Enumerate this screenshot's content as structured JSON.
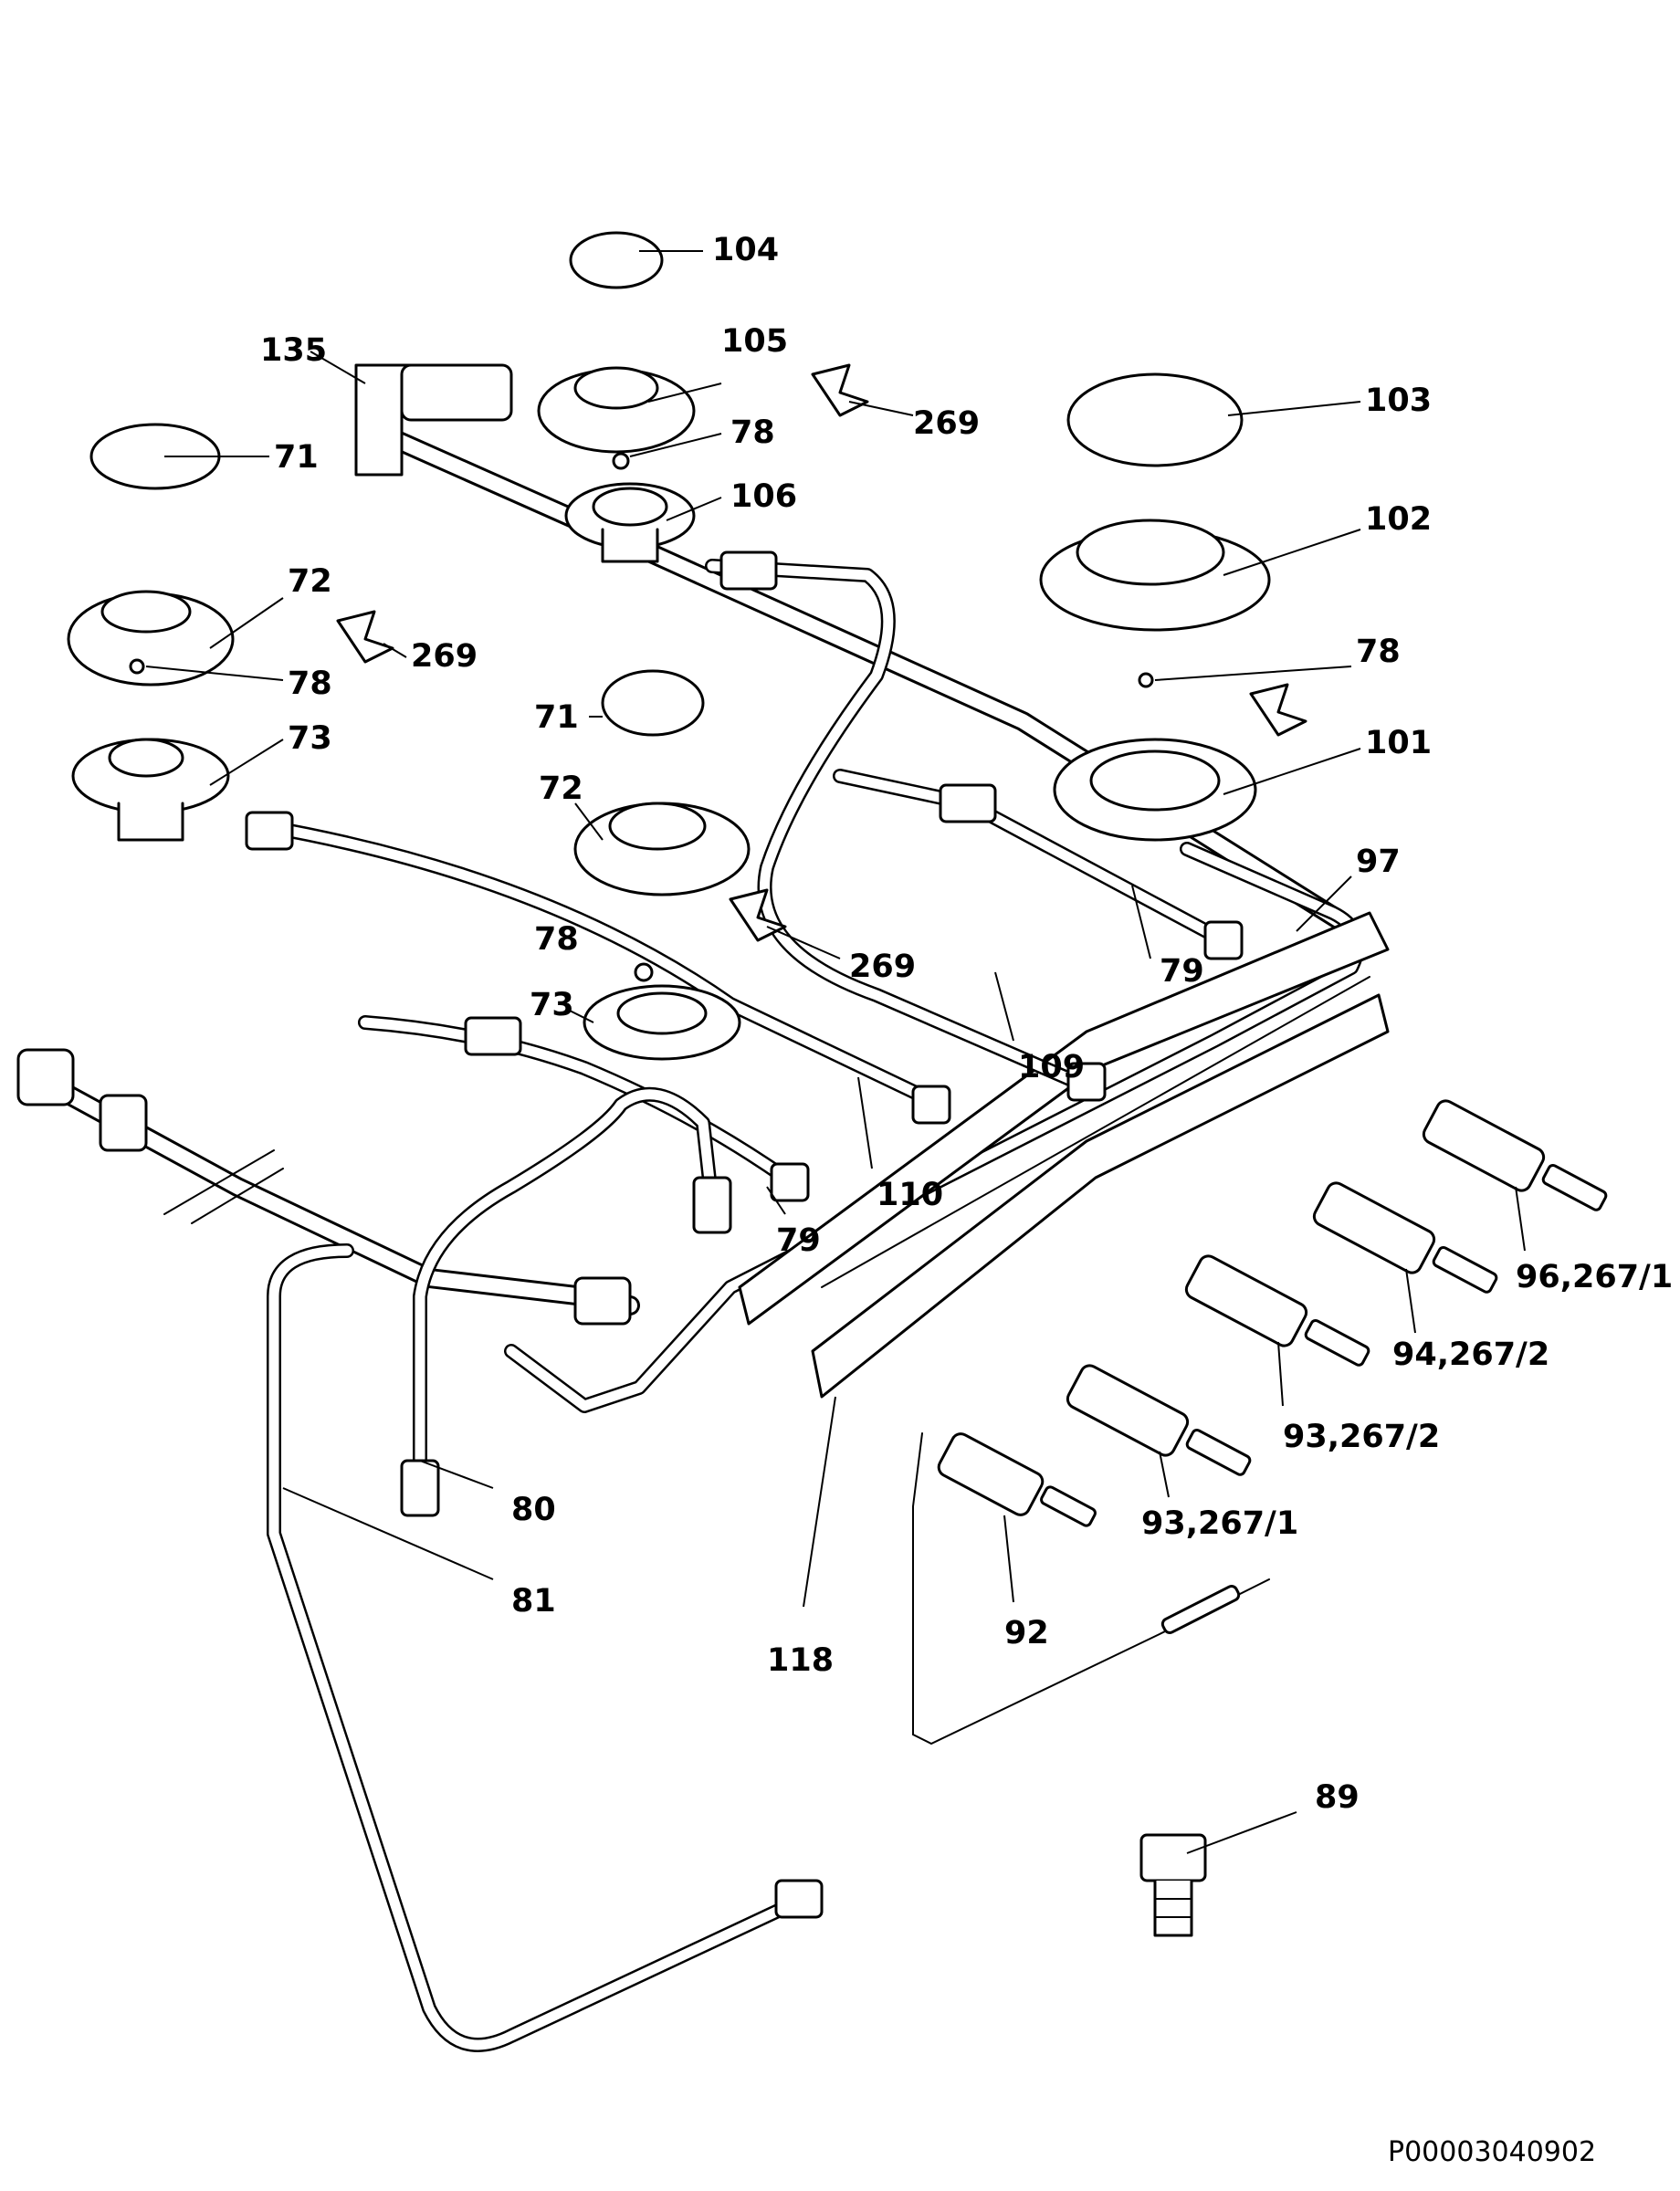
{
  "labels": {
    "l104": "104",
    "l105": "105",
    "l135": "135",
    "l269a": "269",
    "l103": "103",
    "l71a": "71",
    "l78a": "78",
    "l106": "106",
    "l102": "102",
    "l72a": "72",
    "l269b": "269",
    "l78b": "78",
    "l78c": "78",
    "l73a": "73",
    "l71b": "71",
    "l101": "101",
    "l72b": "72",
    "l97": "97",
    "l269c": "269",
    "l78d": "78",
    "l79a": "79",
    "l73b": "73",
    "l109": "109",
    "l110": "110",
    "l79b": "79",
    "l96": "96,267/1",
    "l94": "94,267/2",
    "l93a": "93,267/2",
    "l93b": "93,267/1",
    "l80": "80",
    "l81": "81",
    "l92": "92",
    "l118": "118",
    "l89": "89"
  },
  "drawing_code": "P00003040902"
}
